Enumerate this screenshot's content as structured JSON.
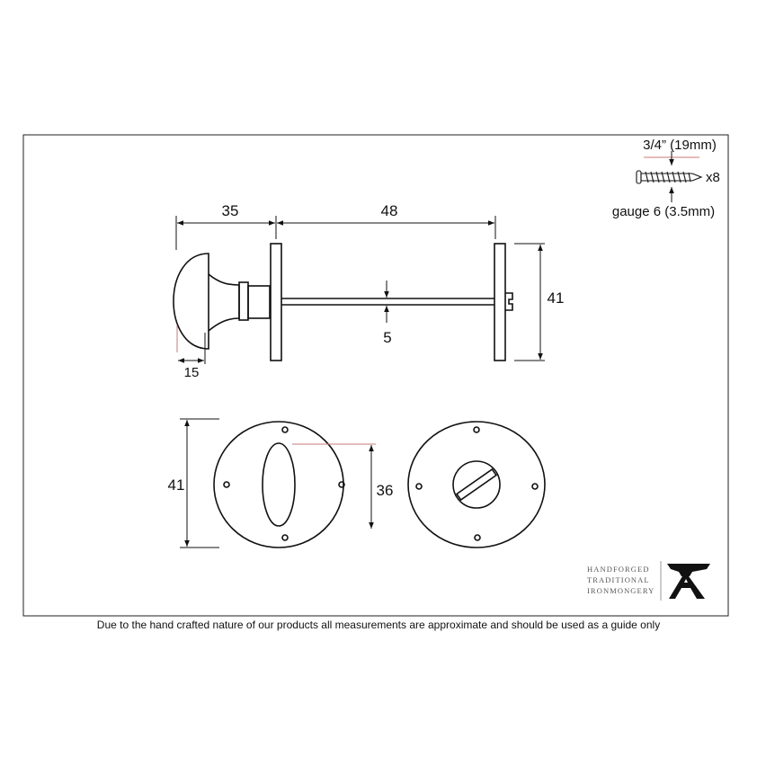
{
  "dimensions": {
    "knob_length": "35",
    "spindle_length": "48",
    "knob_depth": "15",
    "spindle_thickness": "5",
    "rose_height_side": "41",
    "rose_height_front": "41",
    "thumbturn_height": "36"
  },
  "screw": {
    "length": "3/4” (19mm)",
    "quantity": "x8",
    "gauge": "gauge 6 (3.5mm)"
  },
  "brand": {
    "line1": "HANDFORGED",
    "line2": "TRADITIONAL",
    "line3": "IRONMONGERY",
    "logo_letter": "A"
  },
  "disclaimer": "Due to the hand crafted nature of our products all measurements are approximate and should be used as a guide only"
}
